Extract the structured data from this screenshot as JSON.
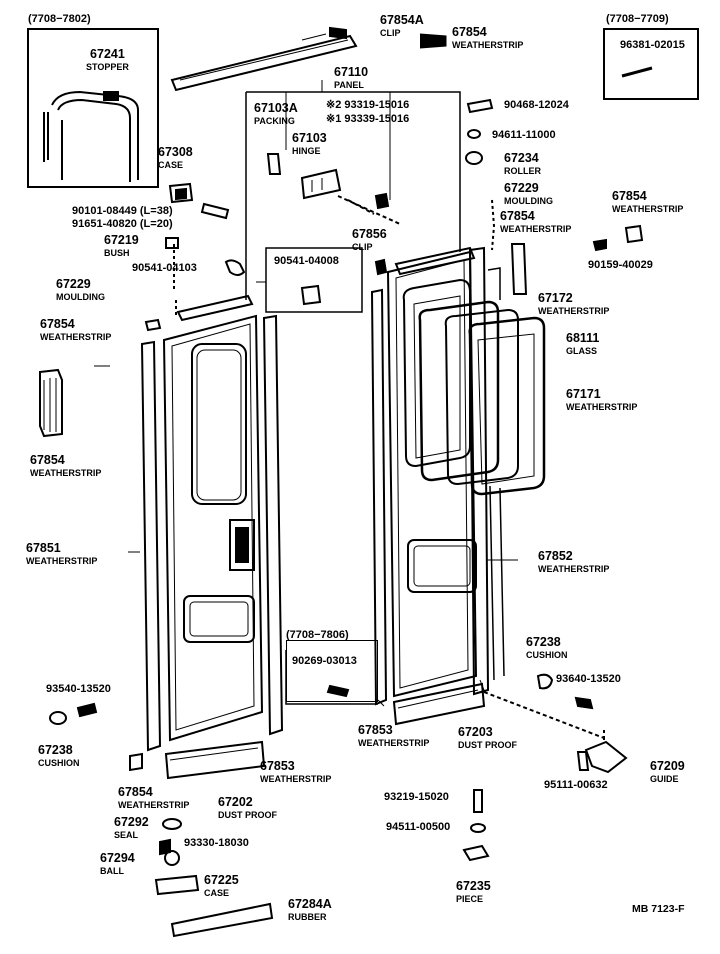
{
  "inset_frames": {
    "left_top": "(7708−7802)",
    "right_top": "(7708−7709)",
    "center": "(7708−7806)"
  },
  "parts": {
    "p67241": {
      "number": "67241",
      "name": "STOPPER"
    },
    "p67308": {
      "number": "67308",
      "name": "CASE"
    },
    "p90101": {
      "number": "90101-08449 (L=38)"
    },
    "p91651": {
      "number": "91651-40820 (L=20)"
    },
    "p67219": {
      "number": "67219",
      "name": "BUSH"
    },
    "p90541a": {
      "number": "90541-04103"
    },
    "p67229L": {
      "number": "67229",
      "name": "MOULDING"
    },
    "p67854L1": {
      "number": "67854",
      "name": "WEATHERSTRIP"
    },
    "p67854L2": {
      "number": "67854",
      "name": "WEATHERSTRIP"
    },
    "p67851": {
      "number": "67851",
      "name": "WEATHERSTRIP"
    },
    "p93540": {
      "number": "93540-13520"
    },
    "p67238L": {
      "number": "67238",
      "name": "CUSHION"
    },
    "p67854L3": {
      "number": "67854",
      "name": "WEATHERSTRIP"
    },
    "p67202": {
      "number": "67202",
      "name": "DUST PROOF"
    },
    "p67853L": {
      "number": "67853",
      "name": "WEATHERSTRIP"
    },
    "p67292": {
      "number": "67292",
      "name": "SEAL"
    },
    "p93330": {
      "number": "93330-18030"
    },
    "p67294": {
      "number": "67294",
      "name": "BALL"
    },
    "p67225": {
      "number": "67225",
      "name": "CASE"
    },
    "p67284A": {
      "number": "67284A",
      "name": "RUBBER"
    },
    "p67854A": {
      "number": "67854A",
      "name": "CLIP"
    },
    "p67854T": {
      "number": "67854",
      "name": "WEATHERSTRIP"
    },
    "p67110": {
      "number": "67110",
      "name": "PANEL"
    },
    "p67103A": {
      "number": "67103A",
      "name": "PACKING"
    },
    "p93319": {
      "number": "※2 93319-15016"
    },
    "p93339": {
      "number": "※1 93339-15016"
    },
    "p67103": {
      "number": "67103",
      "name": "HINGE"
    },
    "p90541b": {
      "number": "90541-04008"
    },
    "p67856": {
      "number": "67856",
      "name": "CLIP"
    },
    "p90468": {
      "number": "90468-12024"
    },
    "p94611": {
      "number": "94611-11000"
    },
    "p67234": {
      "number": "67234",
      "name": "ROLLER"
    },
    "p67229R": {
      "number": "67229",
      "name": "MOULDING"
    },
    "p67854R1": {
      "number": "67854",
      "name": "WEATHERSTRIP"
    },
    "p67854R2": {
      "number": "67854",
      "name": "WEATHERSTRIP"
    },
    "p90159": {
      "number": "90159-40029"
    },
    "p96381": {
      "number": "96381-02015"
    },
    "p67172": {
      "number": "67172",
      "name": "WEATHERSTRIP"
    },
    "p68111": {
      "number": "68111",
      "name": "GLASS"
    },
    "p67171": {
      "number": "67171",
      "name": "WEATHERSTRIP"
    },
    "p67852": {
      "number": "67852",
      "name": "WEATHERSTRIP"
    },
    "p90269": {
      "number": "90269-03013"
    },
    "p67853C": {
      "number": "67853",
      "name": "WEATHERSTRIP"
    },
    "p67203": {
      "number": "67203",
      "name": "DUST PROOF"
    },
    "p67238R": {
      "number": "67238",
      "name": "CUSHION"
    },
    "p93640": {
      "number": "93640-13520"
    },
    "p93219": {
      "number": "93219-15020"
    },
    "p94511": {
      "number": "94511-00500"
    },
    "p67209": {
      "number": "67209",
      "name": "GUIDE"
    },
    "p95111": {
      "number": "95111-00632"
    },
    "p67235": {
      "number": "67235",
      "name": "PIECE"
    }
  },
  "figure_ref": "MB 7123-F"
}
